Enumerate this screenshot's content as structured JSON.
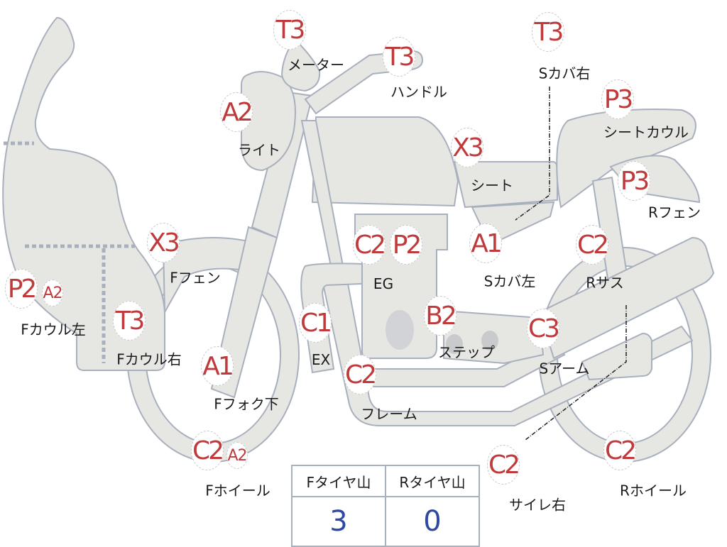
{
  "colors": {
    "badge_text": "#c0393b",
    "part_fill": "#e6e6e3",
    "part_outline": "#a9b0bd",
    "label_text": "#1a1a1a",
    "tire_value_text": "#2f49a3"
  },
  "parts": [
    {
      "id": "meter",
      "label": "メーター",
      "badges": [
        "T3"
      ]
    },
    {
      "id": "handle",
      "label": "ハンドル",
      "badges": [
        "T3"
      ]
    },
    {
      "id": "light",
      "label": "ライト",
      "badges": [
        "A2"
      ]
    },
    {
      "id": "seat-cover-right",
      "label": "Sカバ右",
      "badges": [
        "T3"
      ]
    },
    {
      "id": "seat-cowl",
      "label": "シートカウル",
      "badges": [
        "P3"
      ]
    },
    {
      "id": "seat",
      "label": "シート",
      "badges": [
        "X3"
      ]
    },
    {
      "id": "rear-fender",
      "label": "Rフェン",
      "badges": [
        "P3"
      ]
    },
    {
      "id": "front-fender",
      "label": "Fフェン",
      "badges": [
        "X3"
      ]
    },
    {
      "id": "front-cowl-left",
      "label": "Fカウル左",
      "badges": [
        "P2",
        "A2"
      ]
    },
    {
      "id": "front-cowl-right",
      "label": "Fカウル右",
      "badges": [
        "T3"
      ]
    },
    {
      "id": "engine",
      "label": "EG",
      "badges": [
        "C2",
        "P2"
      ]
    },
    {
      "id": "seat-cover-left",
      "label": "Sカバ左",
      "badges": [
        "A1"
      ]
    },
    {
      "id": "rear-suspension",
      "label": "Rサス",
      "badges": [
        "C2"
      ]
    },
    {
      "id": "exhaust",
      "label": "EX",
      "badges": [
        "C1"
      ]
    },
    {
      "id": "step",
      "label": "ステップ",
      "badges": [
        "B2"
      ]
    },
    {
      "id": "swing-arm",
      "label": "Sアーム",
      "badges": [
        "C3"
      ]
    },
    {
      "id": "front-fork-lower",
      "label": "Fフォク下",
      "badges": [
        "A1"
      ]
    },
    {
      "id": "frame",
      "label": "フレーム",
      "badges": [
        "C2"
      ]
    },
    {
      "id": "front-wheel",
      "label": "Fホイール",
      "badges": [
        "C2",
        "A2"
      ]
    },
    {
      "id": "silencer-right",
      "label": "サイレ右",
      "badges": [
        "C2"
      ]
    },
    {
      "id": "rear-wheel",
      "label": "Rホイール",
      "badges": [
        "C2"
      ]
    }
  ],
  "tire_table": {
    "headers": [
      "Fタイヤ山",
      "Rタイヤ山"
    ],
    "values": [
      "3",
      "0"
    ]
  }
}
